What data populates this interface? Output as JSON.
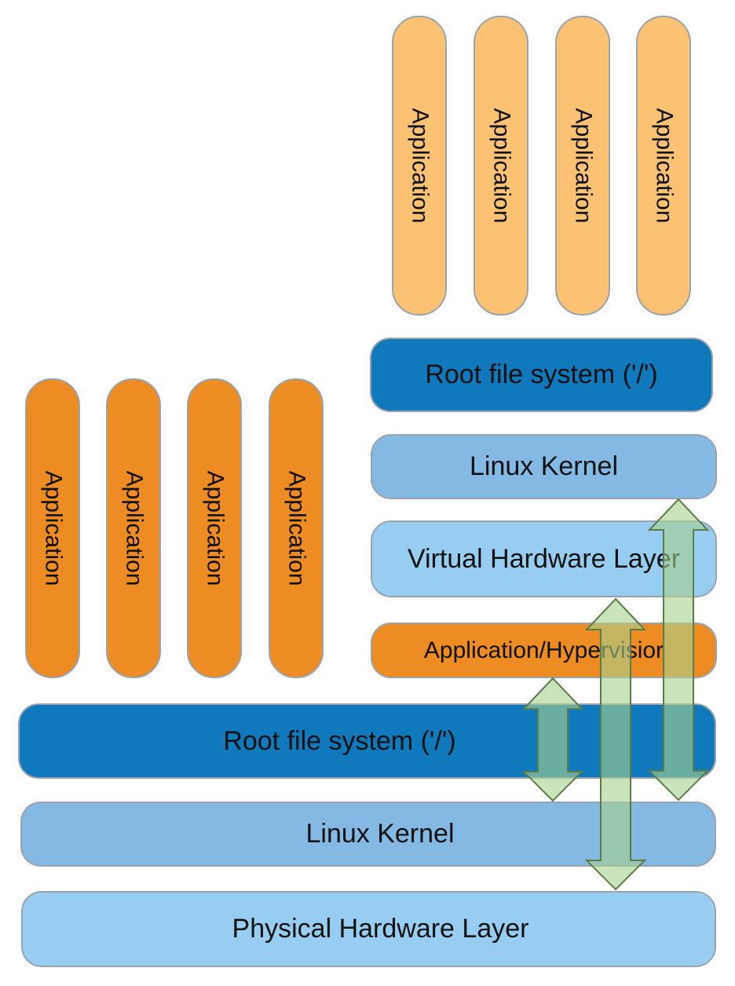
{
  "colors": {
    "app_light": "#fbc273",
    "app_dark": "#ed8c22",
    "root_fs": "#0f79bc",
    "kernel": "#83b9e3",
    "hardware": "#97cdf0",
    "arrow_fill": "#a8d08d",
    "arrow_stroke": "#5a7d4a"
  },
  "guest": {
    "applications": [
      "Application",
      "Application",
      "Application",
      "Application"
    ],
    "root_fs": "Root file system ('/')",
    "kernel": "Linux Kernel",
    "virtual_hardware": "Virtual Hardware Layer"
  },
  "host": {
    "applications": [
      "Application",
      "Application",
      "Application",
      "Application"
    ],
    "hypervisor": "Application/Hypervisior",
    "root_fs": "Root file system ('/')",
    "kernel": "Linux Kernel",
    "physical_hardware": "Physical Hardware Layer"
  }
}
